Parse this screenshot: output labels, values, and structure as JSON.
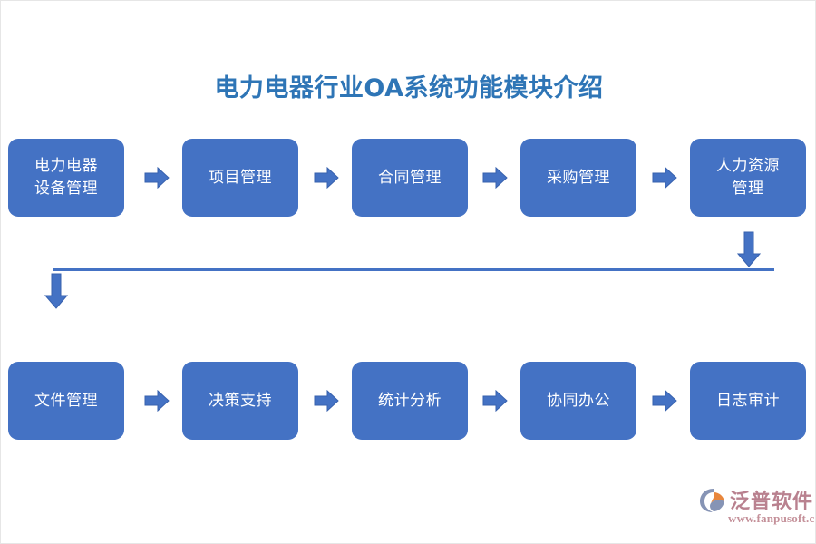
{
  "page": {
    "title": "电力电器行业OA系统功能模块介绍",
    "background_color": "#FFFFFF",
    "title_color": "#2E75B6",
    "node_color": "#4472C4",
    "node_text_color": "#FFFFFF",
    "arrow_color": "#4472C4"
  },
  "flow": {
    "row1": [
      {
        "label": "电力电器\n设备管理"
      },
      {
        "label": "项目管理"
      },
      {
        "label": "合同管理"
      },
      {
        "label": "采购管理"
      },
      {
        "label": "人力资源\n管理"
      }
    ],
    "row2": [
      {
        "label": "文件管理"
      },
      {
        "label": "决策支持"
      },
      {
        "label": "统计分析"
      },
      {
        "label": "协同办公"
      },
      {
        "label": "日志审计"
      }
    ]
  },
  "logo": {
    "name": "泛普软件",
    "url": "www.fanpusoft.com",
    "name_color": "#B9818F",
    "url_color": "#C49099",
    "mark_color_a": "#8694B5",
    "mark_color_b": "#E8863C"
  }
}
